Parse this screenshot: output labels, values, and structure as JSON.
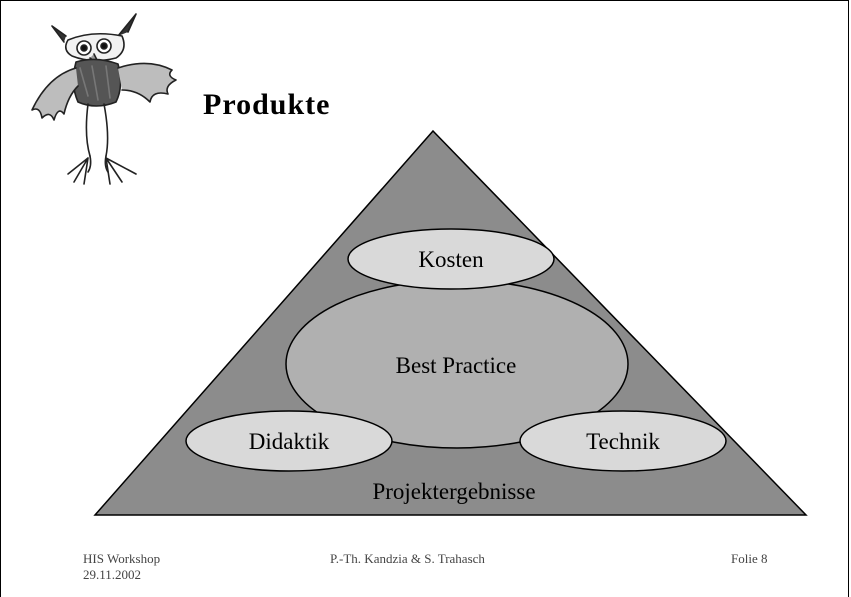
{
  "slide": {
    "title": "Produkte"
  },
  "diagram": {
    "base_label": "Projektergebnisse",
    "center_label": "Best Practice",
    "top_label": "Kosten",
    "left_label": "Didaktik",
    "right_label": "Technik",
    "colors": {
      "triangle": "#8c8c8c",
      "center_ellipse": "#b0b0b0",
      "small_ellipse": "#d9d9d9",
      "outline": "#000000"
    }
  },
  "footer": {
    "event": "HIS Workshop",
    "date": "29.11.2002",
    "authors": "P.-Th. Kandzia & S. Trahasch",
    "slide_number": "Folie 8"
  }
}
